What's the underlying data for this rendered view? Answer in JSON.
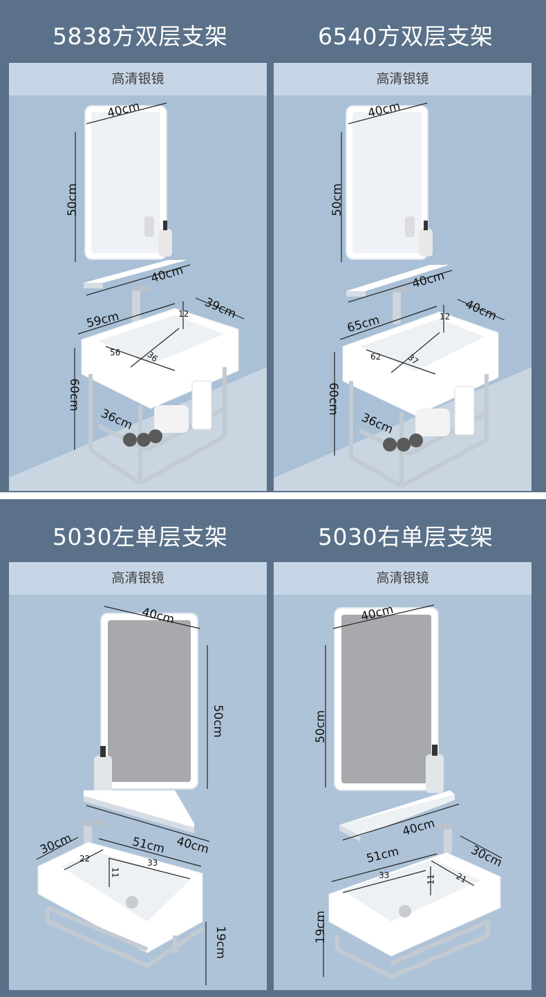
{
  "sections": [
    {
      "title": "5838方双层支架",
      "mirror_label": "高清银镜",
      "dims": {
        "mirror_w": "40cm",
        "mirror_h": "50cm",
        "shelf_w": "40cm",
        "basin_w": "59cm",
        "basin_d": "39cm",
        "bowl_w": "56",
        "bowl_d": "36",
        "depth": "12",
        "height": "60cm",
        "frame_d": "36cm"
      }
    },
    {
      "title": "6540方双层支架",
      "mirror_label": "高清银镜",
      "dims": {
        "mirror_w": "40cm",
        "mirror_h": "50cm",
        "shelf_w": "40cm",
        "basin_w": "65cm",
        "basin_d": "40cm",
        "bowl_w": "62",
        "bowl_d": "37",
        "depth": "12",
        "height": "60cm",
        "frame_d": "36cm"
      }
    },
    {
      "title": "5030左单层支架",
      "mirror_label": "高清银镜",
      "dims": {
        "mirror_w": "40cm",
        "mirror_h": "50cm",
        "shelf_w": "40cm",
        "basin_w": "51cm",
        "basin_d": "30cm",
        "bowl_w": "33",
        "bowl_d": "22",
        "depth": "11",
        "height": "19cm"
      }
    },
    {
      "title": "5030右单层支架",
      "mirror_label": "高清银镜",
      "dims": {
        "mirror_w": "40cm",
        "mirror_h": "50cm",
        "shelf_w": "40cm",
        "basin_w": "51cm",
        "basin_d": "30cm",
        "bowl_w": "33",
        "bowl_d": "21",
        "depth": "11",
        "height": "19cm"
      }
    }
  ],
  "colors": {
    "band": "#5a7189",
    "header_strip": "#c7d6e6",
    "wall": "#a9c0d6",
    "floor": "#c9d5e1"
  }
}
